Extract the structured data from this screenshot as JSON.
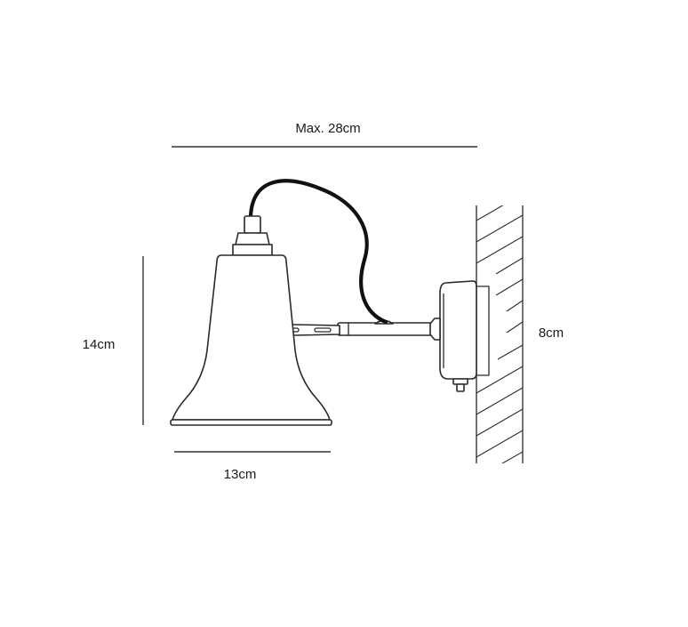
{
  "dimensions": {
    "max_length": "Max. 28cm",
    "height": "14cm",
    "shade_width": "13cm",
    "backplate_height": "8cm"
  },
  "colors": {
    "line": "#2a2a2a",
    "cable": "#111111",
    "background": "#ffffff"
  }
}
